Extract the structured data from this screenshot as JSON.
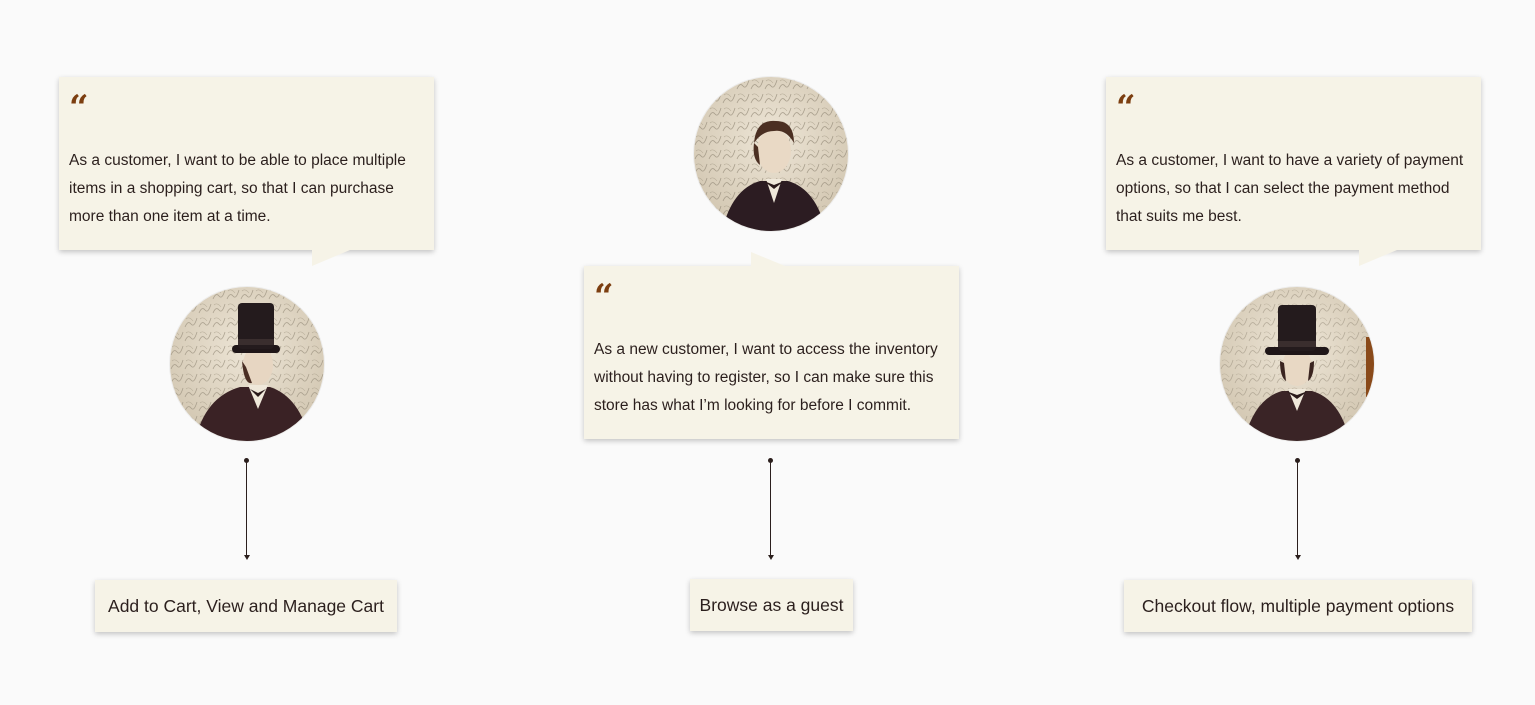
{
  "quote_mark": "“",
  "stories": [
    {
      "text": "As a customer, I want to be able to place multiple items in a shopping cart, so that I can purchase more than one item at a time.",
      "feature": "Add to Cart, View and Manage Cart"
    },
    {
      "text": "As a new customer, I want to access the inventory without having to register, so I can make sure this store has what I’m looking for before I commit.",
      "feature": "Browse as a guest"
    },
    {
      "text": "As a customer, I want to have a variety of payment options, so that I can select the payment method that suits me best.",
      "feature": "Checkout flow, multiple payment options"
    }
  ],
  "colors": {
    "background": "#fafafa",
    "bubble": "#f6f3e7",
    "quote_mark": "#7c3e10",
    "text": "#2b1f1d"
  },
  "icons": [
    "quote-icon",
    "persona-portrait",
    "arrow-down-icon"
  ]
}
